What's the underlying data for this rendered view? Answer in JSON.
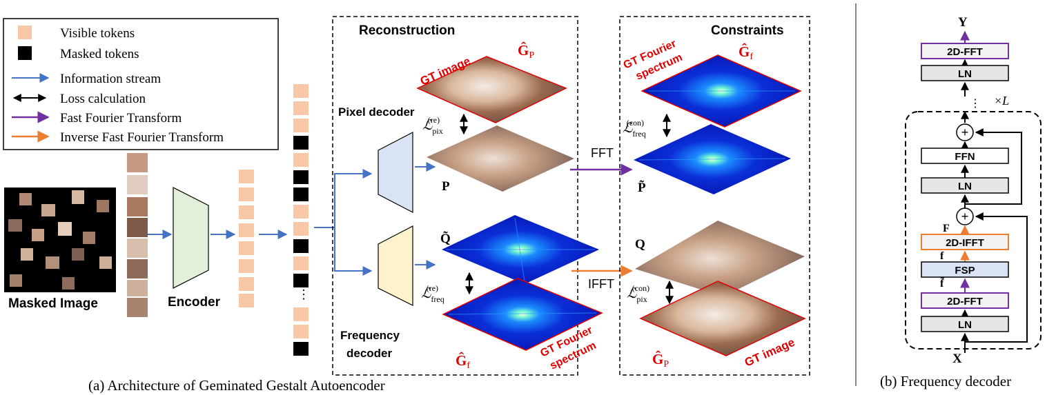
{
  "legend": {
    "visible_tokens": "Visible tokens",
    "masked_tokens": "Masked tokens",
    "information_stream": "Information stream",
    "loss_calculation": "Loss calculation",
    "fft": "Fast Fourier Transform",
    "ifft": "Inverse Fast Fourier Transform"
  },
  "left": {
    "masked_image_label": "Masked Image",
    "encoder_label": "Encoder"
  },
  "reconstruction": {
    "title": "Reconstruction",
    "pixel_decoder": "Pixel decoder",
    "frequency_decoder_line1": "Frequency",
    "frequency_decoder_line2": "decoder",
    "gt_image": "GT image",
    "gt_fourier_line1": "GT Fourier",
    "gt_fourier_line2": "spectrum",
    "g_p": "Ĝ",
    "g_p_sub": "P",
    "g_f": "Ĝ",
    "g_f_sub": "f",
    "P": "P",
    "Q_tilde": "Q̃",
    "loss_pix": "ℒ",
    "loss_pix_sub": "pix",
    "loss_pix_sup": "(re)",
    "loss_freq": "ℒ",
    "loss_freq_sub": "freq",
    "loss_freq_sup": "(re)"
  },
  "constraints": {
    "title": "Constraints",
    "gt_fourier_line1": "GT Fourier",
    "gt_fourier_line2": "spectrum",
    "gt_image": "GT image",
    "g_f": "Ĝ",
    "g_f_sub": "f",
    "g_p": "Ĝ",
    "g_p_sub": "P",
    "P_tilde": "P̃",
    "Q": "Q",
    "loss_freq": "ℒ",
    "loss_freq_sub": "freq",
    "loss_freq_sup": "(con)",
    "loss_pix": "ℒ",
    "loss_pix_sub": "pix",
    "loss_pix_sup": "(con)"
  },
  "arrows": {
    "fft": "FFT",
    "ifft": "IFFT"
  },
  "caption_a": "(a) Architecture of Geminated Gestalt Autoencoder",
  "freq_decoder": {
    "Y": "Y",
    "X": "X",
    "fft_top": "2D-FFT",
    "ln_top": "LN",
    "repeat": "×L",
    "ffn": "FFN",
    "ln_mid": "LN",
    "F": "F",
    "ifft": "2D-IFFT",
    "f": "f",
    "fsp": "FSP",
    "f_tilde": "f̃",
    "fft_bottom": "2D-FFT",
    "ln_bottom": "LN",
    "plus": "+",
    "caption": "(b) Frequency decoder"
  },
  "colors": {
    "token_visible": "#f8c8a8",
    "token_masked": "#000000",
    "info_stream": "#4472c4",
    "fft_arrow": "#7030a0",
    "ifft_arrow": "#ed7d31",
    "highlight_red": "#e00000",
    "encoder_fill": "#e2efd9",
    "pixel_decoder_fill": "#dae3f3",
    "freq_decoder_fill": "#fff2cc",
    "ln_fill": "#e6e6e6",
    "fsp_fill": "#dae3f3"
  }
}
